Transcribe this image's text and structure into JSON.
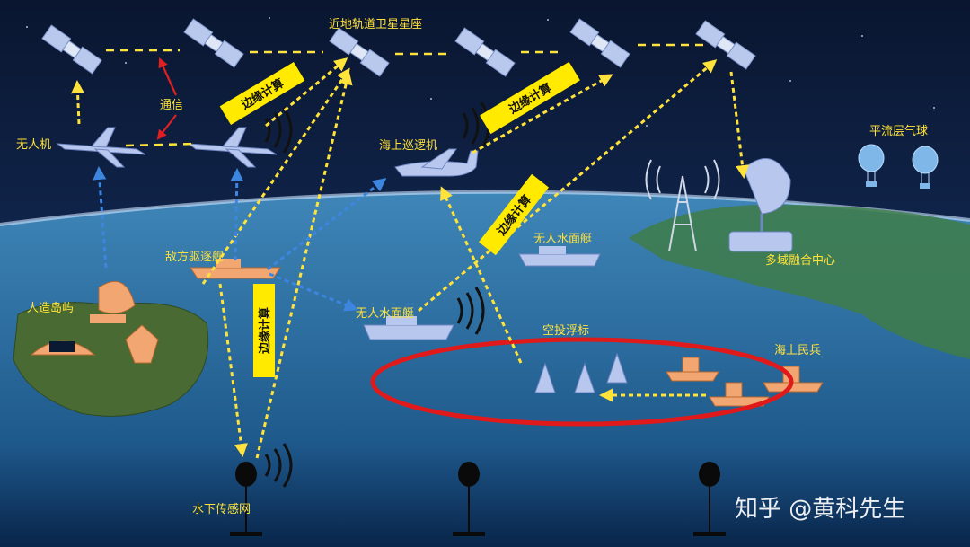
{
  "labels": {
    "satellite_constellation": "近地轨道卫星星座",
    "comm": "通信",
    "uav": "无人机",
    "patrol_aircraft": "海上巡逻机",
    "stratospheric_balloon": "平流层气球",
    "usv_upper": "无人水面艇",
    "fusion_center": "多域融合中心",
    "enemy_destroyer": "敌方驱逐舰",
    "artificial_island": "人造岛屿",
    "usv_lower": "无人水面艇",
    "airdrop_buoy": "空投浮标",
    "maritime_militia": "海上民兵",
    "underwater_sensor_net": "水下传感网",
    "edge_computing": "边缘计算"
  },
  "watermark": "知乎 @黄科先生",
  "colors": {
    "label": "#ffe23a",
    "edge_badge": "#ffea00",
    "arrow_yellow": "#ffe23a",
    "arrow_blue": "#3d86e0",
    "arrow_red": "#e02020",
    "ring": "#e01a1a"
  }
}
